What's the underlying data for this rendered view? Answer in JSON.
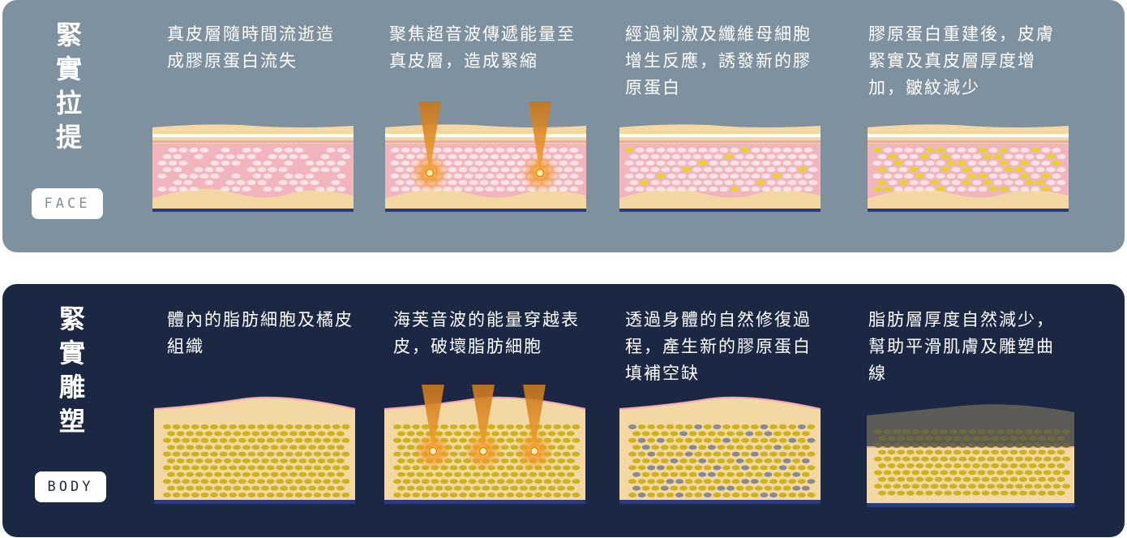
{
  "face": {
    "title": "緊實拉提",
    "tag": "FACE",
    "steps": [
      {
        "text": "真皮層隨時間流逝造成膠原蛋白流失"
      },
      {
        "text": "聚焦超音波傳遞能量至真皮層，造成緊縮"
      },
      {
        "text": "經過刺激及纖維母細胞增生反應，誘發新的膠原蛋白"
      },
      {
        "text": "膠原蛋白重建後，皮膚緊實及真皮層厚度增加，皺紋減少"
      }
    ]
  },
  "body": {
    "title": "緊實雕塑",
    "tag": "BODY",
    "steps": [
      {
        "text": "體內的脂肪細胞及橘皮組織"
      },
      {
        "text": "海芙音波的能量穿越表皮，破壞脂肪細胞"
      },
      {
        "text": "透過身體的自然修復過程，產生新的膠原蛋白填補空缺"
      },
      {
        "text": "脂肪層厚度自然減少，幫助平滑肌膚及雕塑曲線"
      }
    ]
  },
  "colors": {
    "face_bg": "#7f919f",
    "body_bg": "#1c2843",
    "skin_tan": "#f4d8a3",
    "dermis_pink": "#f1b6bd",
    "fat_cell": "#cdb21c",
    "new_collagen": "#e6d42a",
    "energy_orange": "#f29727"
  }
}
